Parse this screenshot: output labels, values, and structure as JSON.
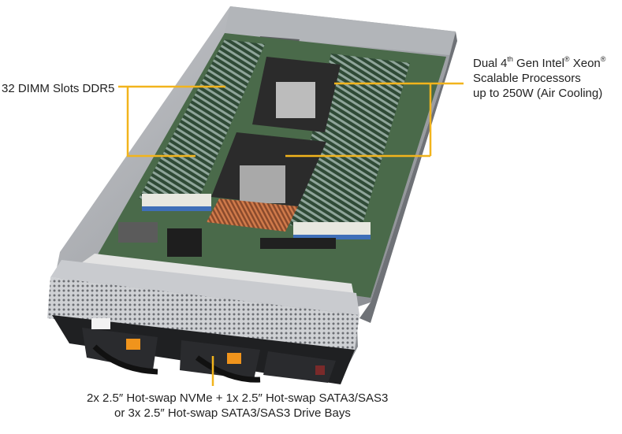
{
  "labels": {
    "dimm": "32 DIMM Slots DDR5",
    "cpu_line1_pre": "Dual 4",
    "cpu_line1_sup1": "th",
    "cpu_line1_mid": " Gen Intel",
    "cpu_line1_sup2": "®",
    "cpu_line1_post": " Xeon",
    "cpu_line1_sup3": "®",
    "cpu_line2": "Scalable Processors",
    "cpu_line3": "up to 250W (Air Cooling)",
    "bays_line1": "2x 2.5″ Hot-swap NVMe + 1x 2.5″ Hot-swap SATA3/SAS3",
    "bays_line2": "or  3x 2.5″ Hot-swap SATA3/SAS3 Drive Bays"
  },
  "colors": {
    "callout": "#f2b41c",
    "chassis": "#9a9da2",
    "board": "#4a6a4a",
    "heatsink": "#2b2b2b",
    "copper": "#b8603a",
    "front_panel": "#c9cbcf",
    "tab": "#f0941c",
    "text": "#222222"
  },
  "icons": {
    "server_blade": "server-blade-photo"
  }
}
